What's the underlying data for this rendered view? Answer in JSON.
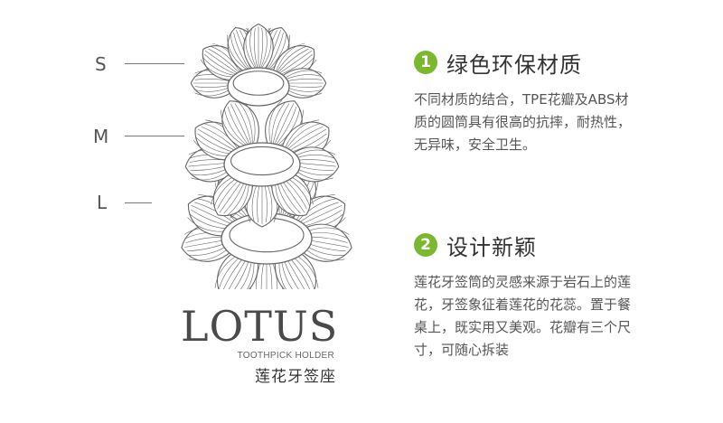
{
  "sizes": [
    "S",
    "M",
    "L"
  ],
  "brand": {
    "title": "LOTUS",
    "subtitle": "TOOTHPICK HOLDER",
    "chinese_name": "莲花牙签座"
  },
  "features": [
    {
      "number": "1",
      "title": "绿色环保材质",
      "body": "不同材质的结合，TPE花瓣及ABS材质的圆筒具有很高的抗摔，耐热性，无异味，安全卫生。"
    },
    {
      "number": "2",
      "title": "设计新颖",
      "body": "莲花牙签筒的灵感来源于岩石上的莲花，牙签象征着莲花的花蕊。置于餐桌上，既实用又美观。花瓣有三个尺寸，可随心拆装"
    }
  ],
  "colors": {
    "accent": "#7cb82f",
    "outline": "#666666",
    "text": "#555555"
  },
  "icons": [
    "lotus-illustration"
  ]
}
